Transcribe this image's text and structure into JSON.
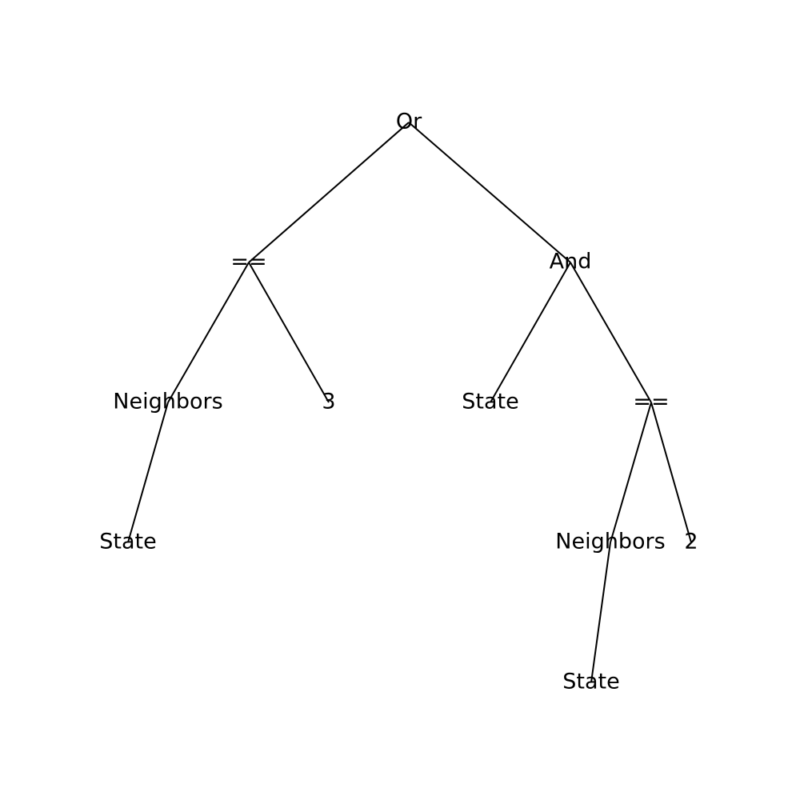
{
  "tree": {
    "nodes": [
      {
        "id": "n0",
        "label": "Or",
        "parent": null
      },
      {
        "id": "n1",
        "label": "==",
        "parent": "n0"
      },
      {
        "id": "n2",
        "label": "And",
        "parent": "n0"
      },
      {
        "id": "n3",
        "label": "Neighbors",
        "parent": "n1"
      },
      {
        "id": "n4",
        "label": "3",
        "parent": "n1"
      },
      {
        "id": "n5",
        "label": "State",
        "parent": "n2"
      },
      {
        "id": "n6",
        "label": "==",
        "parent": "n2"
      },
      {
        "id": "n7",
        "label": "State",
        "parent": "n3"
      },
      {
        "id": "n8",
        "label": "Neighbors",
        "parent": "n6"
      },
      {
        "id": "n9",
        "label": "2",
        "parent": "n6"
      },
      {
        "id": "n10",
        "label": "State",
        "parent": "n8"
      }
    ]
  }
}
